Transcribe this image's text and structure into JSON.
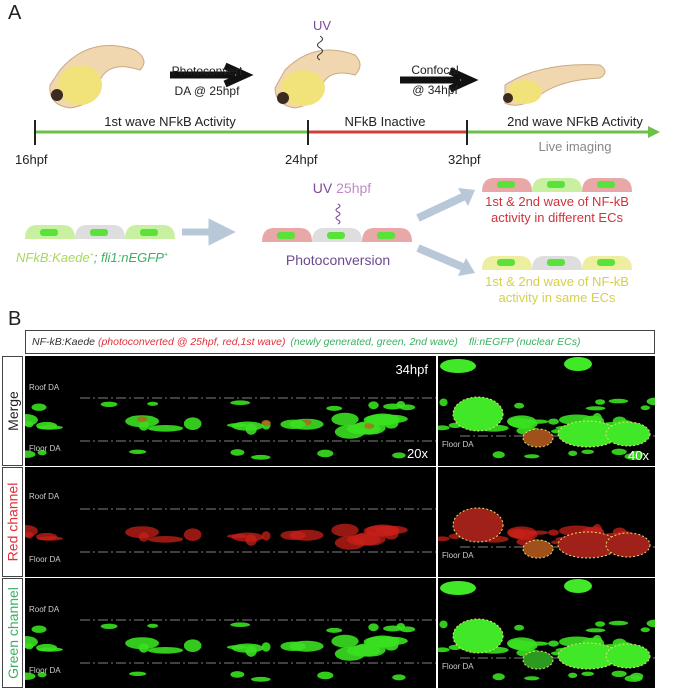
{
  "panel_a": {
    "letter": "A",
    "step1": {
      "line1": "Photoconvert",
      "line2": "DA @ 25hpf"
    },
    "uv": "UV",
    "step2": {
      "line1": "Confocal",
      "line2": "@ 34hpf"
    },
    "timeline": {
      "phase1": "1st wave NFkB Activity",
      "phase2": "NFkB Inactive",
      "phase3": "2nd wave NFkB Activity",
      "phase3_sub": "Live imaging",
      "ticks": [
        "16hpf",
        "24hpf",
        "32hpf"
      ],
      "colors": {
        "active": "#6cc04a",
        "inactive": "#d0403a"
      }
    },
    "schematic": {
      "genotype_a": "NFkB:Kaede",
      "genotype_sep": "; ",
      "genotype_b": "fli1:nEGFP",
      "sup": "+",
      "uv_label": "UV",
      "uv_time": "25hpf",
      "photoconversion": "Photoconversion",
      "outcome_different": {
        "line1": "1st & 2nd wave of NF-kB",
        "line2": "activity in different ECs",
        "color": "#d0333a"
      },
      "outcome_same": {
        "line1": "1st & 2nd wave of NF-kB",
        "line2": "activity in same ECs",
        "color": "#d6d04a"
      }
    }
  },
  "panel_b": {
    "letter": "B",
    "legend": {
      "kaede": "NF-kB:Kaede",
      "red": "(photoconverted @ 25hpf, red,1st wave)",
      "green": "(newly generated, green, 2nd wave)",
      "egfp": "fli:nEGFP (nuclear ECs)"
    },
    "rows": [
      "Merge",
      "Red channel",
      "Green channel"
    ],
    "roof": "Roof DA",
    "floor": "Floor DA",
    "time": "34hpf",
    "mag_left": "20x",
    "mag_right": "40x"
  }
}
